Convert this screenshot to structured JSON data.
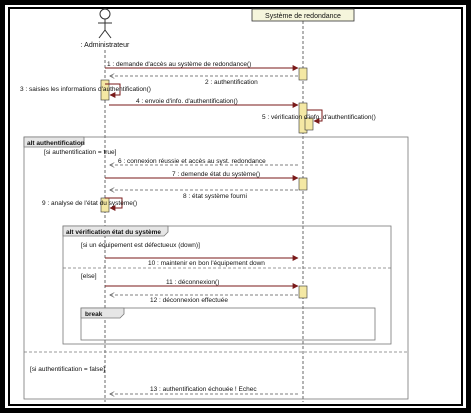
{
  "lifelines": {
    "actor": {
      "label": ": Administrateur"
    },
    "system": {
      "label": "Système de redondance"
    }
  },
  "messages": [
    {
      "id": "m1",
      "text": "1 : demande d'accès au système de redondance()"
    },
    {
      "id": "m2",
      "text": "2 : authentification"
    },
    {
      "id": "m3",
      "text": "3 : saisies les informations d'authentification()"
    },
    {
      "id": "m4",
      "text": "4 : envoie d'info. d'authentification()"
    },
    {
      "id": "m5",
      "text": "5 : vérification d'info. d'authentification()"
    },
    {
      "id": "m6",
      "text": "6 : connexion réussie et accès au syst. redondance"
    },
    {
      "id": "m7",
      "text": "7 : demende état du système()"
    },
    {
      "id": "m8",
      "text": "8 : état système fourni"
    },
    {
      "id": "m9",
      "text": "9 : analyse de l'état du système()"
    },
    {
      "id": "m10",
      "text": "10 : maintenir en bon l'équipement down"
    },
    {
      "id": "m11",
      "text": "11 : déconnexion()"
    },
    {
      "id": "m12",
      "text": "12 : déconnexion effectuée"
    },
    {
      "id": "m13",
      "text": "13 : authentification échouée ! Echec"
    }
  ],
  "fragments": {
    "alt_auth": {
      "label": "alt authentification"
    },
    "alt_verif": {
      "label": "alt vérification état du système"
    },
    "break": {
      "label": "break"
    }
  },
  "guards": {
    "auth_true": "[si authentification = true]",
    "equip_down": "[si un équipement est défectueux (down)]",
    "else": "[else]",
    "auth_false": "[si authentification = false]"
  },
  "colors": {
    "activation": "#f4e8a4",
    "message": "#7a1a1a",
    "fragment_header": "#e6e6e6",
    "system_box": "#f5f5dc",
    "frame": "#000000"
  }
}
